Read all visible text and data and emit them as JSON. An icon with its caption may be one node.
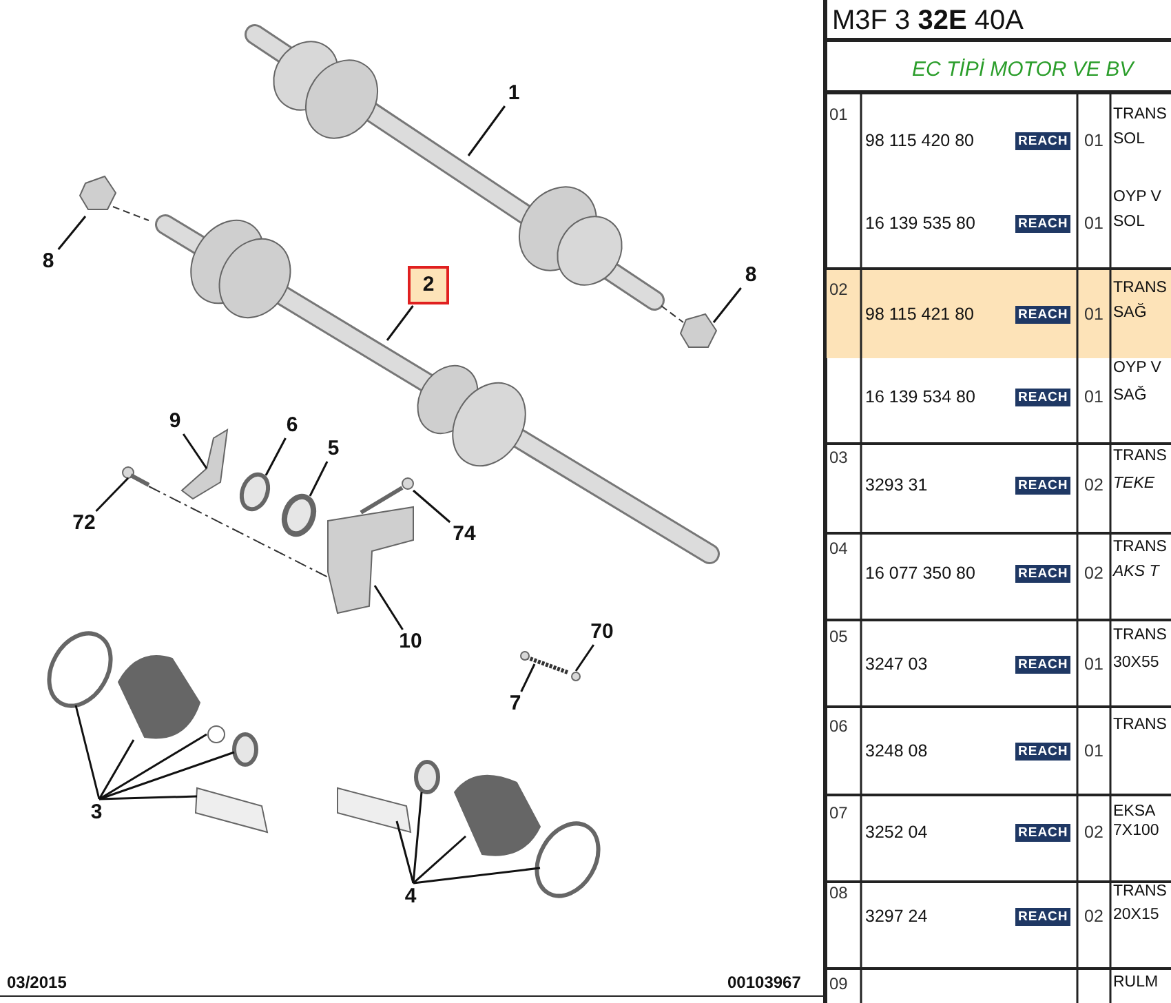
{
  "diagram": {
    "nodes": [
      {
        "text": [
          "1"
        ]
      },
      {
        "text": [
          "2"
        ]
      },
      {
        "text": [
          "8"
        ]
      },
      {
        "text": [
          "8"
        ]
      },
      {
        "text": [
          "9"
        ]
      },
      {
        "text": [
          "6"
        ]
      },
      {
        "text": [
          "5"
        ]
      },
      {
        "text": [
          "72"
        ]
      },
      {
        "text": [
          "74"
        ]
      },
      {
        "text": [
          "10"
        ]
      },
      {
        "text": [
          "70"
        ]
      },
      {
        "text": [
          "7"
        ]
      },
      {
        "text": [
          "3"
        ]
      },
      {
        "text": [
          "4"
        ]
      }
    ],
    "edges": [
      {
        "from": 0,
        "to": null,
        "arrow": "none"
      },
      {
        "from": 1,
        "to": null,
        "arrow": "none"
      },
      {
        "from": 2,
        "to": null,
        "arrow": "none"
      },
      {
        "from": 3,
        "to": null,
        "arrow": "none"
      },
      {
        "from": 4,
        "to": null,
        "arrow": "none"
      },
      {
        "from": 5,
        "to": null,
        "arrow": "none"
      },
      {
        "from": 6,
        "to": null,
        "arrow": "none"
      },
      {
        "from": 7,
        "to": null,
        "arrow": "none"
      },
      {
        "from": 8,
        "to": null,
        "arrow": "none"
      },
      {
        "from": 9,
        "to": null,
        "arrow": "none"
      },
      {
        "from": 10,
        "to": null,
        "arrow": "none"
      },
      {
        "from": 11,
        "to": null,
        "arrow": "none"
      },
      {
        "from": 12,
        "to": null,
        "arrow": "none"
      },
      {
        "from": 12,
        "to": null,
        "arrow": "none"
      },
      {
        "from": 12,
        "to": null,
        "arrow": "none"
      },
      {
        "from": 12,
        "to": null,
        "arrow": "none"
      },
      {
        "from": 12,
        "to": null,
        "arrow": "none"
      },
      {
        "from": 13,
        "to": null,
        "arrow": "none"
      },
      {
        "from": 13,
        "to": null,
        "arrow": "none"
      },
      {
        "from": 13,
        "to": null,
        "arrow": "none"
      },
      {
        "from": 13,
        "to": null,
        "arrow": "none"
      }
    ],
    "labels": [
      "M3F 3 **32E** 40A",
      "EC TİPİ MOTOR VE BV",
      "01",
      "98 115 420 80",
      "REACH",
      "01",
      "TRANS",
      "SOL",
      "16 139 535 80",
      "REACH",
      "01",
      "OYP V",
      "SOL",
      "02",
      "98 115 421 80",
      "REACH",
      "01",
      "TRANS",
      "SAĞ",
      "16 139 534 80",
      "REACH",
      "01",
      "OYP V",
      "SAĞ",
      "03",
      "3293 31",
      "REACH",
      "02",
      "TRANS",
      "TEKE",
      "04",
      "16 077 350 80",
      "REACH",
      "02",
      "TRANS",
      "AKS T",
      "05",
      "3247 03",
      "REACH",
      "01",
      "TRANS",
      "30X55",
      "06",
      "3248 08",
      "REACH",
      "01",
      "TRANS",
      "07",
      "3252 04",
      "REACH",
      "02",
      "EKSA",
      "7X100",
      "08",
      "3297 24",
      "REACH",
      "02",
      "TRANS",
      "20X15",
      "03/2015",
      "00103967",
      "09",
      "RULM"
    ]
  }
}
